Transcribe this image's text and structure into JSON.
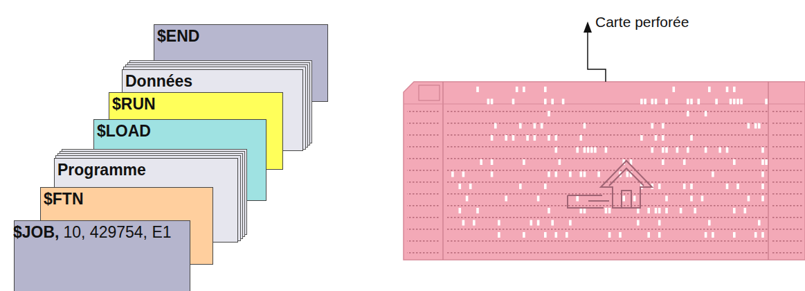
{
  "diagram": {
    "nodes": [
      {
        "text": [
          "$END"
        ]
      },
      {
        "text": [
          "Données"
        ]
      },
      {
        "text": [
          "$RUN"
        ]
      },
      {
        "text": [
          "$LOAD"
        ]
      },
      {
        "text": [
          "Programme"
        ]
      },
      {
        "text": [
          "$FTN"
        ]
      },
      {
        "text": [
          "$JOB,",
          "10, 429754, E1"
        ]
      }
    ],
    "labels": [
      "Carte perforée"
    ]
  }
}
